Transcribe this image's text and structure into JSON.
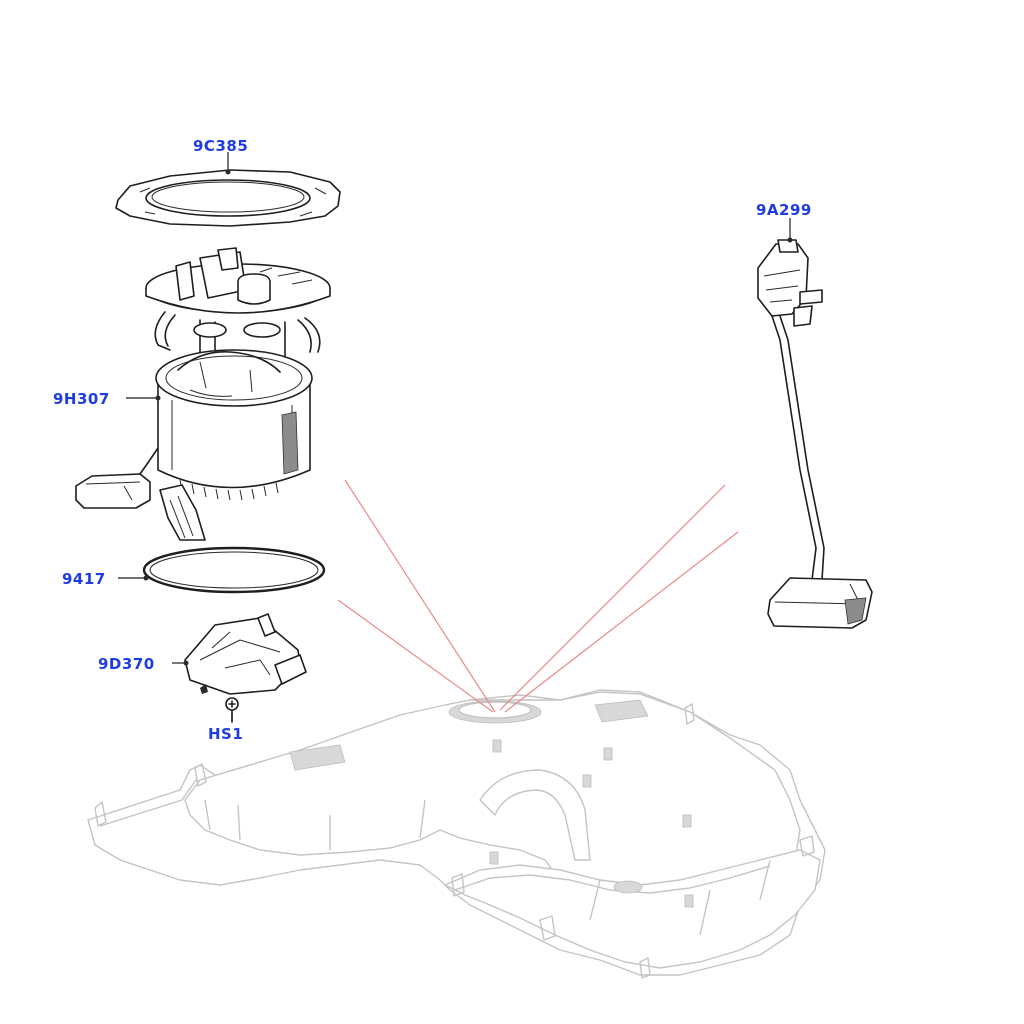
{
  "labels": {
    "seal_gasket": "9C385",
    "sender_unit": "9A299",
    "fuel_pump_module": "9H307",
    "o_ring": "9417",
    "pump_driver_module": "9D370",
    "screw": "HS1"
  },
  "colors": {
    "label_text": "#1f3ce0",
    "line_art": "#1e1e1e",
    "tank_outline": "#c4c4c4",
    "guide_lines": "#e88a8a",
    "background": "#ffffff"
  }
}
